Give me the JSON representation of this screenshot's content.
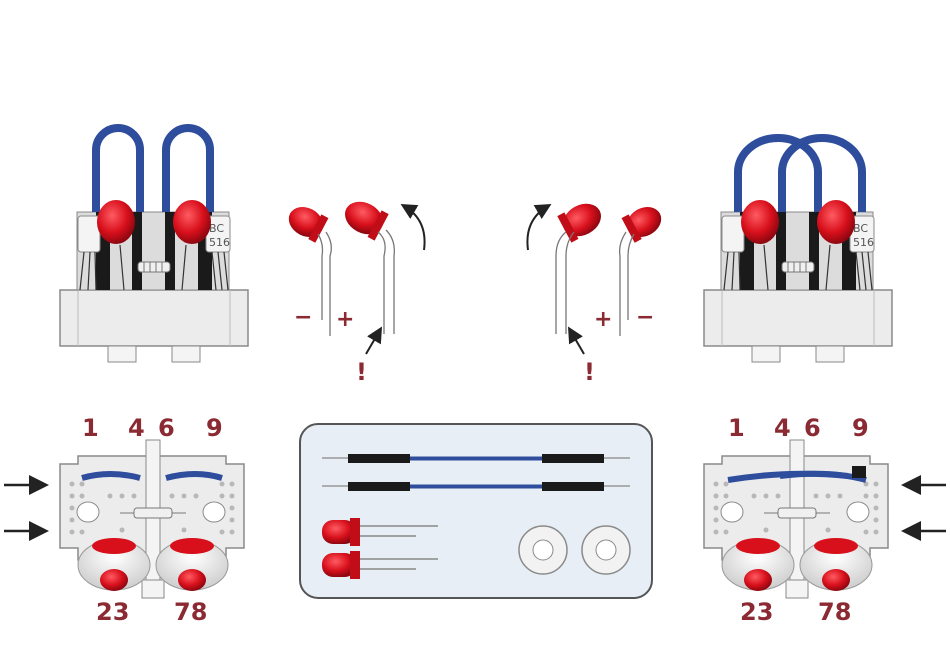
{
  "colors": {
    "wire": "#2e4d9c",
    "led": "#d8101c",
    "label": "#8b2a33",
    "body": "#ececec",
    "outline": "#8a8a8a",
    "pin": "#1a1a1a"
  },
  "top_left": {
    "chip_text": [
      "BC",
      "516"
    ]
  },
  "top_right": {
    "chip_text": [
      "BC",
      "516"
    ]
  },
  "led_left": {
    "minus": "−",
    "plus": "+",
    "warn": "!"
  },
  "led_right": {
    "minus": "−",
    "plus": "+",
    "warn": "!"
  },
  "bottom_left": {
    "pins_top": [
      "1",
      "4",
      "6",
      "9"
    ],
    "pins_bottom": [
      "23",
      "78"
    ]
  },
  "bottom_right": {
    "pins_top": [
      "1",
      "4",
      "6",
      "9"
    ],
    "pins_bottom": [
      "23",
      "78"
    ]
  }
}
